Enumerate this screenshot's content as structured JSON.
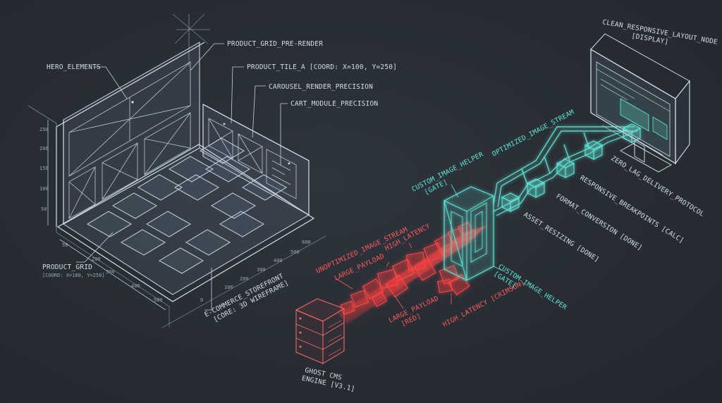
{
  "colors": {
    "background": "#272c33",
    "wireframe": "#cfd9e4",
    "red_stream": "#ff4a4a",
    "cyan_stream": "#5fe6d4"
  },
  "storefront": {
    "hero_elements": "HERO_ELEMENTS",
    "product_grid_prerender": "PRODUCT_GRID_PRE-RENDER",
    "product_tile_a": "PRODUCT_TILE_A [COORD: X=100, Y=250]",
    "carousel_render": "CAROUSEL_RENDER_PRECISION",
    "cart_module": "CART_MODULE_PRECISION",
    "product_grid": "PRODUCT_GRID",
    "product_grid_coord": "[COORD: X=100, Y=250]",
    "storefront_line1": "E-COMMERCE_STOREFRONT",
    "storefront_line2": "[CORE: 3D WIREFRAME]",
    "axis_ticks_left": [
      "250",
      "200",
      "150",
      "100",
      "50"
    ],
    "axis_ticks_bottom": [
      "50",
      "200",
      "300",
      "400",
      "500"
    ],
    "axis_ticks_right": [
      "0",
      "100",
      "200",
      "300",
      "400",
      "500",
      "600"
    ]
  },
  "server": {
    "line1": "GHOST CMS",
    "line2": "ENGINE [V3.1]"
  },
  "red_stream": {
    "unoptimized": "UNOPTIMIZED_IMAGE_STREAM",
    "large_payload": "LARGE_PAYLOAD",
    "high_latency": "HIGH_LATENCY",
    "large_payload_red_1": "LARGE_PAYLOAD",
    "large_payload_red_2": "[RED]",
    "high_latency_crimson": "HIGH_LATENCY [CRIMSON]"
  },
  "gate": {
    "top_line1": "CUSTOM_IMAGE_HELPER",
    "top_line2": "[GATE]",
    "bottom_line1": "CUSTOM_IMAGE_HELPER",
    "bottom_line2": "[GATE]"
  },
  "cyan_stream": {
    "optimized": "OPTIMIZED_IMAGE_STREAM",
    "zero_lag": "ZERO_LAG_DELIVERY_PROTOCOL",
    "responsive": "RESPONSIVE_BREAKPOINTS [CALC]",
    "format": "FORMAT_CONVERSION [DONE]",
    "asset": "ASSET_RESIZING [DONE]"
  },
  "display": {
    "line1": "CLEAN_RESPONSIVE_LAYOUT_NODE",
    "line2": "[DISPLAY]"
  }
}
